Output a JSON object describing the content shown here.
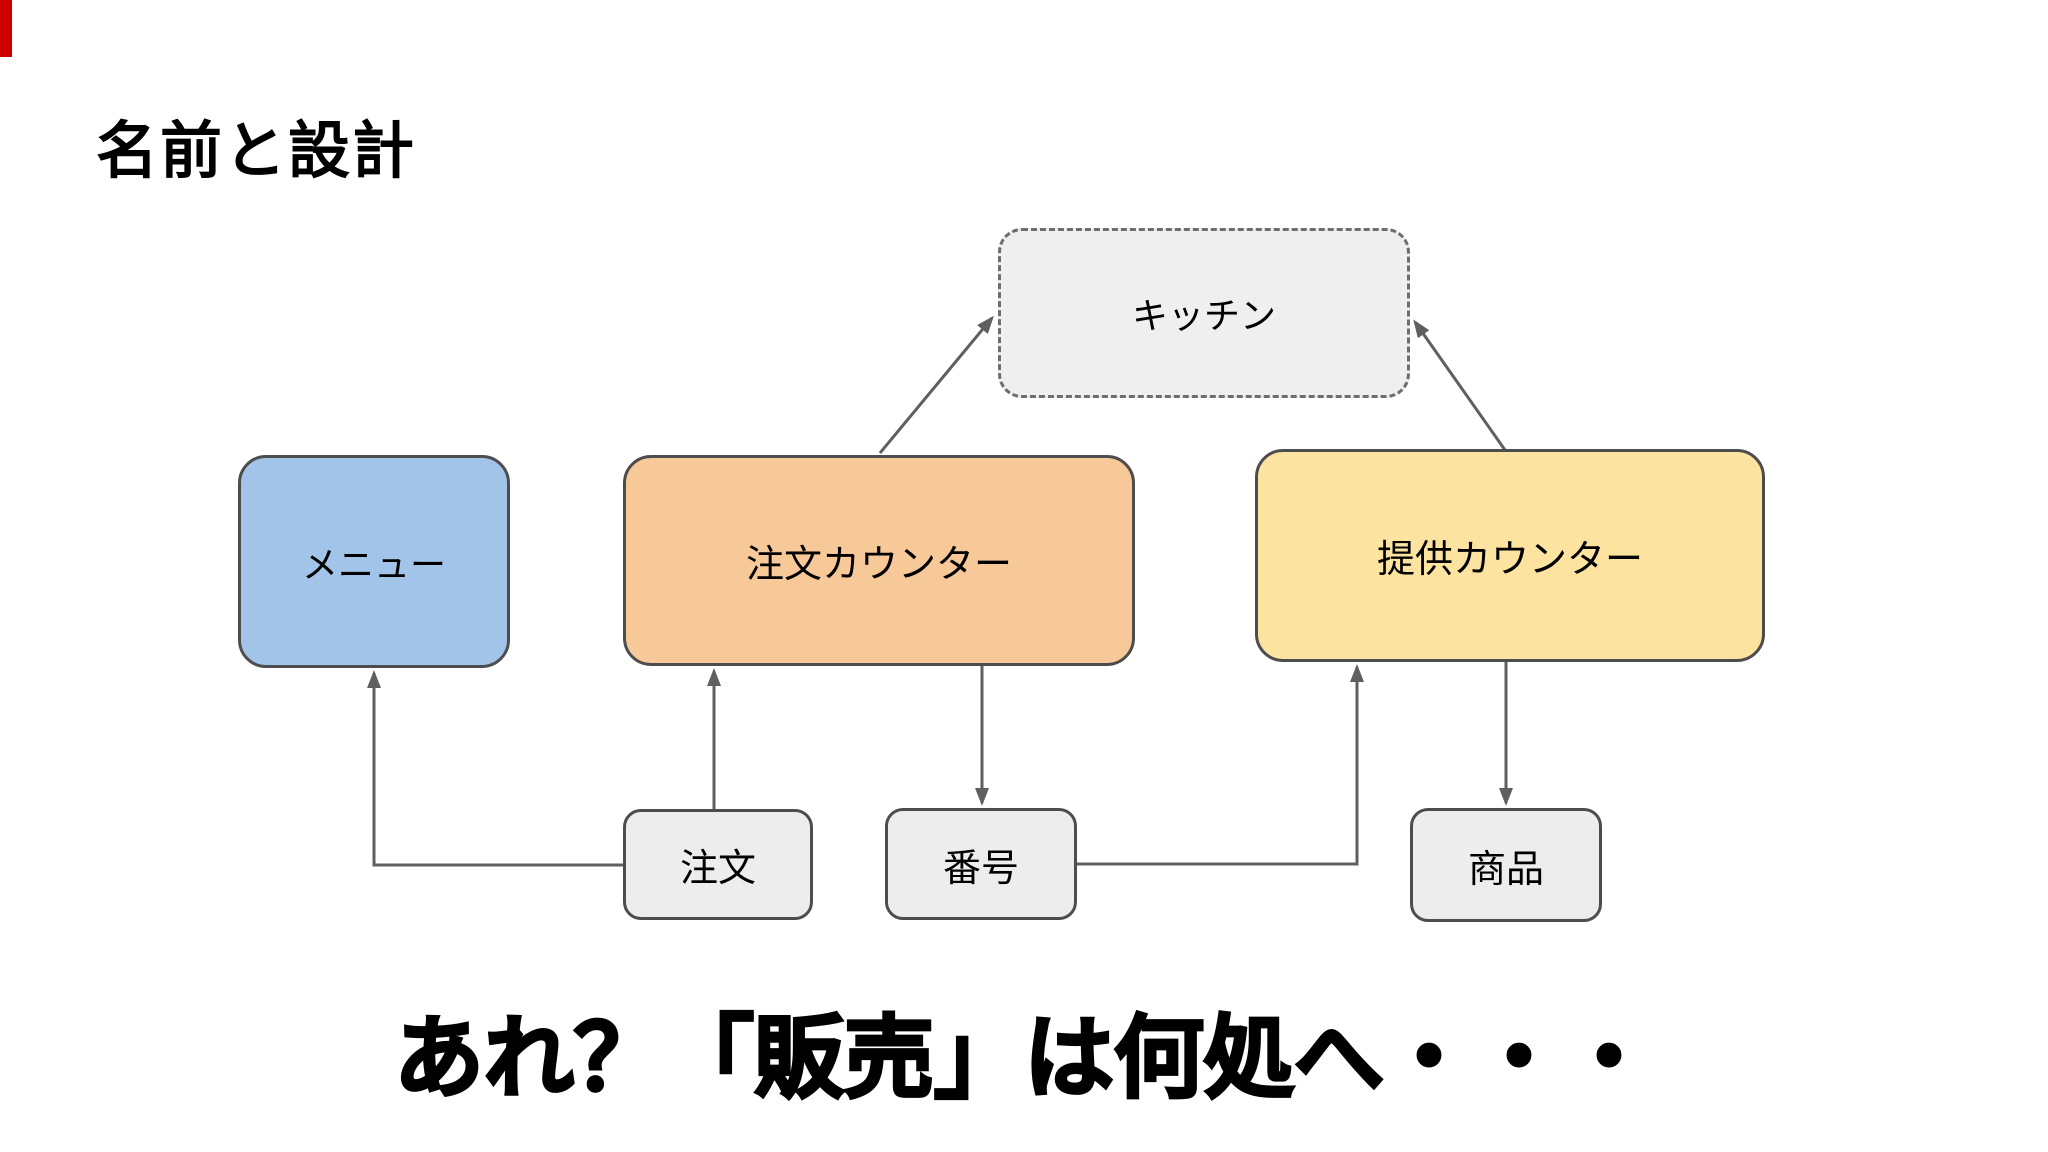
{
  "slide": {
    "title": "名前と設計",
    "caption": "あれ？「販売」は何処へ・・・"
  },
  "diagram": {
    "nodes": [
      {
        "id": "kitchen",
        "label": "キッチン",
        "fill": "#efefef",
        "border": "dashed"
      },
      {
        "id": "menu",
        "label": "メニュー",
        "fill": "#a2c4e8",
        "border": "solid"
      },
      {
        "id": "order-counter",
        "label": "注文カウンター",
        "fill": "#f8c998",
        "border": "solid"
      },
      {
        "id": "serving-counter",
        "label": "提供カウンター",
        "fill": "#fde3a0",
        "border": "solid"
      },
      {
        "id": "order",
        "label": "注文",
        "fill": "#ededed",
        "border": "solid"
      },
      {
        "id": "number",
        "label": "番号",
        "fill": "#ededed",
        "border": "solid"
      },
      {
        "id": "product",
        "label": "商品",
        "fill": "#ededed",
        "border": "solid"
      }
    ],
    "edges": [
      {
        "from": "order-counter",
        "to": "kitchen"
      },
      {
        "from": "serving-counter",
        "to": "kitchen"
      },
      {
        "from": "order",
        "to": "order-counter"
      },
      {
        "from": "order-counter",
        "to": "number"
      },
      {
        "from": "order",
        "to": "menu"
      },
      {
        "from": "number",
        "to": "serving-counter"
      },
      {
        "from": "serving-counter",
        "to": "product"
      }
    ],
    "colors": {
      "edge_stroke": "#5f5f5f",
      "node_border": "#4d4d4d",
      "dashed_border": "#6e6e6e"
    }
  },
  "decorations": {
    "red_marker_color": "#cf0000"
  }
}
